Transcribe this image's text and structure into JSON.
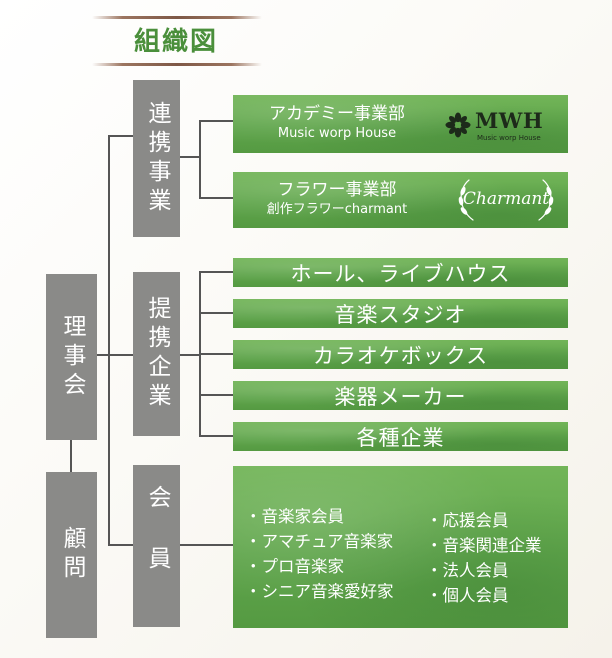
{
  "title": "組織図",
  "left_column": {
    "board": "理事会",
    "advisor": "顧問"
  },
  "categories": {
    "partnership": "連携事業",
    "sponsors": "提携企業",
    "members": "会員"
  },
  "departments": [
    {
      "name": "アカデミー事業部",
      "subtitle": "Music worp House",
      "logo": {
        "mark": "MWH",
        "tagline": "Music worp House",
        "icon": "flower-ornament-icon"
      }
    },
    {
      "name": "フラワー事業部",
      "subtitle": "創作フラワーcharmant",
      "logo": {
        "text": "Charmant",
        "icon": "wreath-icon"
      }
    }
  ],
  "partners": [
    "ホール、ライブハウス",
    "音楽スタジオ",
    "カラオケボックス",
    "楽器メーカー",
    "各種企業"
  ],
  "member_types": {
    "left": [
      "・音楽家会員",
      "・アマチュア音楽家",
      "・プロ音楽家",
      "・シニア音楽愛好家"
    ],
    "right": [
      "・応援会員",
      "・音楽関連企業",
      "・法人会員",
      "・個人会員"
    ]
  },
  "colors": {
    "title": "#4a8f3b",
    "gray_box": "#8a8a88",
    "green_box": "#5fa54b",
    "connector": "#555555"
  }
}
